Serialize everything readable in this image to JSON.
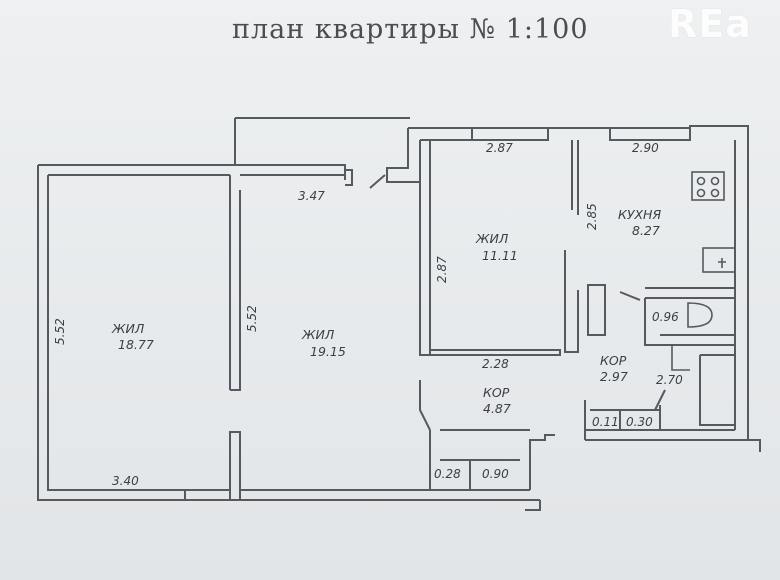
{
  "title": "план квартиры № 1:100",
  "watermark": "REa",
  "rooms": [
    {
      "name": "ЖИЛ",
      "area": "18.77"
    },
    {
      "name": "ЖИЛ",
      "area": "19.15"
    },
    {
      "name": "ЖИЛ",
      "area": "11.11"
    },
    {
      "name": "КУХНЯ",
      "area": "8.27"
    },
    {
      "name": "КОР",
      "area": "4.87"
    },
    {
      "name": "КОР",
      "area": "2.97"
    }
  ],
  "dimensions": {
    "d_540a": "5.52",
    "d_552b": "5.52",
    "d_340": "3.40",
    "d_347": "3.47",
    "d_287top": "2.87",
    "d_287side": "2.87",
    "d_290": "2.90",
    "d_285": "2.85",
    "d_228": "2.28",
    "d_096": "0.96",
    "d_270": "2.70",
    "d_011": "0.11",
    "d_030": "0.30",
    "d_028": "0.28",
    "d_090": "0.90"
  },
  "colors": {
    "ink": "#3c3f44",
    "paper": "#e9ecee",
    "wall": "#5c6066"
  }
}
